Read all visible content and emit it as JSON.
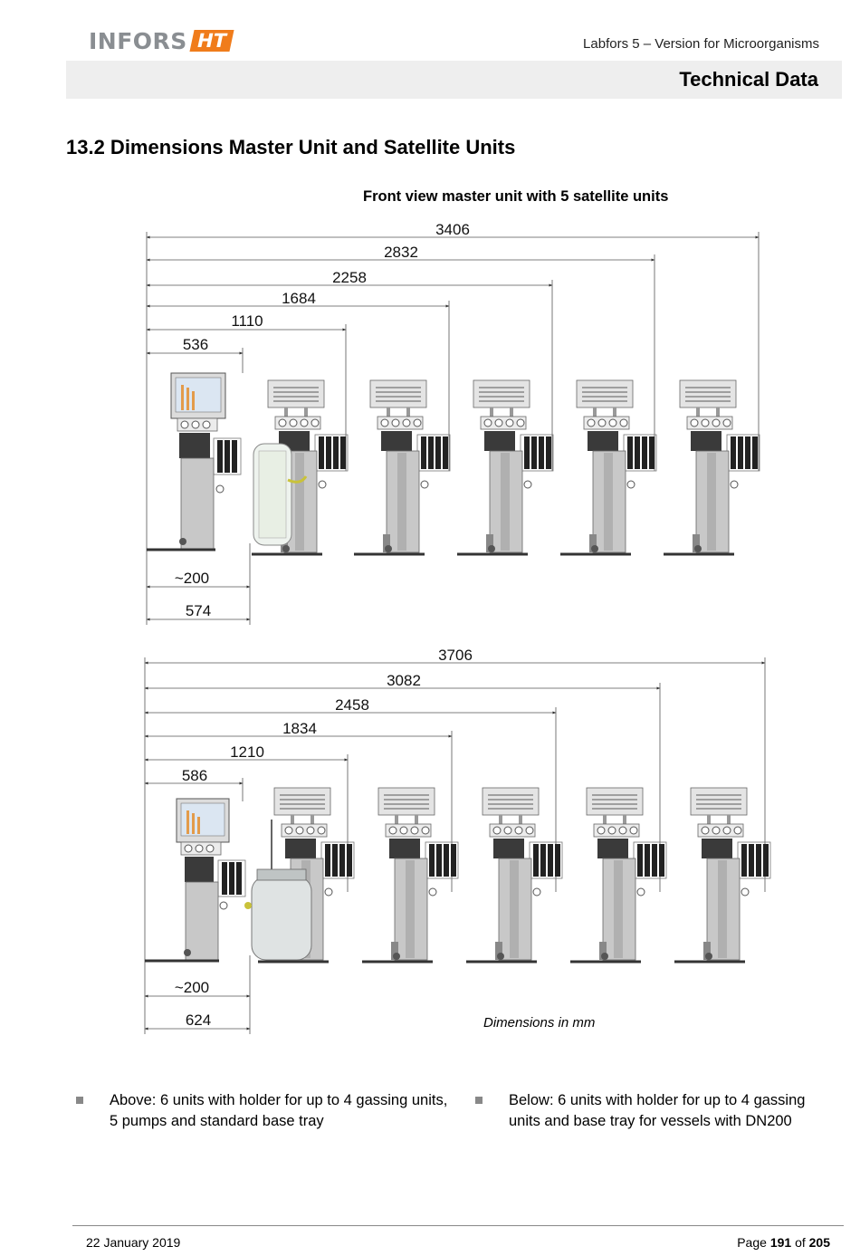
{
  "header": {
    "logo_text": "INFORS",
    "logo_mark": "HT",
    "subtitle": "Labfors 5 – Version for Microorganisms",
    "section": "Technical Data"
  },
  "heading": "13.2 Dimensions Master Unit and Satellite Units",
  "figure": {
    "caption": "Front view master unit with 5 satellite units",
    "top_dimensions": [
      "3406",
      "2832",
      "2258",
      "1684",
      "1110",
      "536"
    ],
    "top_bottom_dimensions": [
      "~200",
      "574"
    ],
    "lower_dimensions": [
      "3706",
      "3082",
      "2458",
      "1834",
      "1210",
      "586"
    ],
    "lower_bottom_dimensions": [
      "~200",
      "624"
    ],
    "units_note": "Dimensions in mm"
  },
  "bullets": [
    "Above: 6 units with holder for up to 4 gassing units, 5 pumps and standard base tray",
    "Below: 6 units with holder for up to 4 gassing units and base tray for vessels with DN200"
  ],
  "footer": {
    "date": "22 January 2019",
    "page_prefix": "Page",
    "page_current": "191",
    "page_of": "of",
    "page_total": "205"
  },
  "colors": {
    "logo_grey": "#8a8e92",
    "logo_orange": "#f07c1b",
    "band_grey": "#eeeeee"
  }
}
